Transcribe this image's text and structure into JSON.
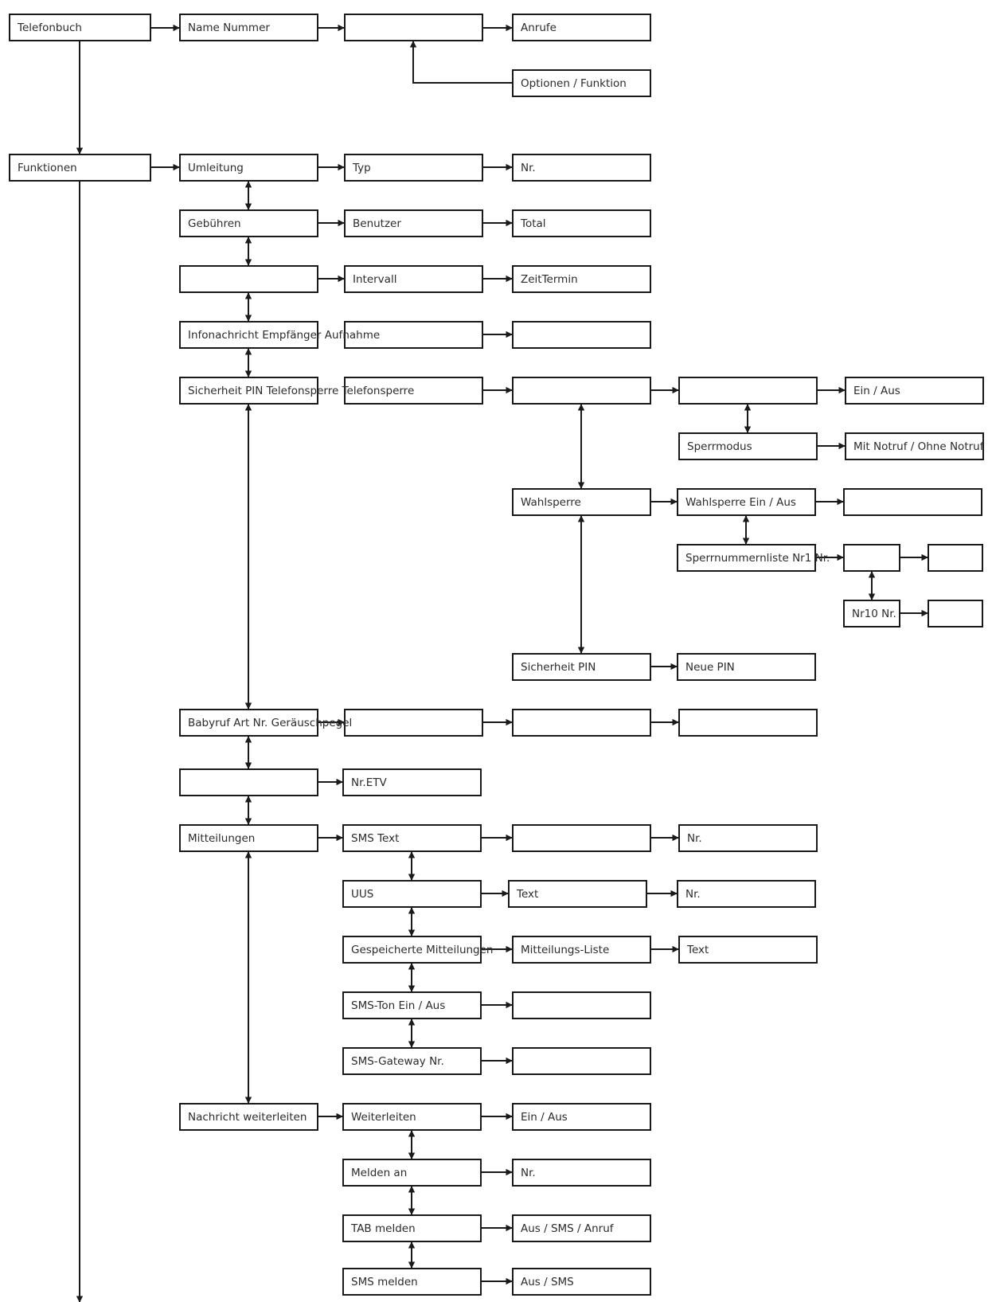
{
  "nodes": {
    "telefonbuch": "Telefonbuch",
    "funktionen": "Funktionen",
    "name_nummer": "Name Nummer",
    "tb_blank": "",
    "anrufe": "Anrufe",
    "optionen_funktion": "Optionen / Funktion",
    "umleitung": "Umleitung",
    "typ": "Typ",
    "nr_umleitung": "Nr.",
    "gebuehren": "Gebühren",
    "benutzer": "Benutzer",
    "total": "Total",
    "blank_intervall": "",
    "intervall": "Intervall",
    "zeittermin": "ZeitTermin",
    "infonachricht": "Infonachricht Empfänger Aufnahme",
    "info_blank": "",
    "sicherheit": "Sicherheit PIN Telefonsperre Telefonsperre",
    "sich_blank1": "",
    "sich_blank2": "",
    "ein_aus_sperre": "Ein / Aus",
    "sperrmodus": "Sperrmodus",
    "notruf": "Mit Notruf / Ohne Notruf",
    "wahlsperre": "Wahlsperre",
    "wahlsperre_ein_aus": "Wahlsperre Ein / Aus",
    "wahl_blank": "",
    "sperrnummernliste": "Sperrnummernliste Nr1 Nr.",
    "sperr_blank1": "",
    "sperr_blank2": "",
    "nr10": "Nr10 Nr.",
    "nr10_blank": "",
    "sicherheit_pin": "Sicherheit PIN",
    "neue_pin": "Neue PIN",
    "babyruf": "Babyruf Art Nr. Geräuschpegel",
    "baby_blank1": "",
    "baby_blank2": "",
    "baby_blank3": "",
    "blank_etv": "",
    "nr_etv": "Nr.ETV",
    "mitteilungen": "Mitteilungen",
    "sms_text": "SMS Text",
    "sms_blank": "",
    "sms_nr": "Nr.",
    "uus": "UUS",
    "uus_text": "Text",
    "uus_nr": "Nr.",
    "gespeicherte": "Gespeicherte Mitteilungen",
    "mitteilungs_liste": "Mitteilungs-Liste",
    "liste_text": "Text",
    "sms_ton": "SMS-Ton Ein / Aus",
    "ton_blank": "",
    "gateway": "SMS-Gateway Nr.",
    "gateway_blank": "",
    "nachricht_weiterleiten": "Nachricht weiterleiten",
    "weiterleiten": "Weiterleiten",
    "weiter_ein_aus": "Ein / Aus",
    "melden_an": "Melden an",
    "melden_nr": "Nr.",
    "tab_melden": "TAB melden",
    "tab_opts": "Aus / SMS / Anruf",
    "sms_melden": "SMS melden",
    "sms_melden_opts": "Aus / SMS"
  }
}
